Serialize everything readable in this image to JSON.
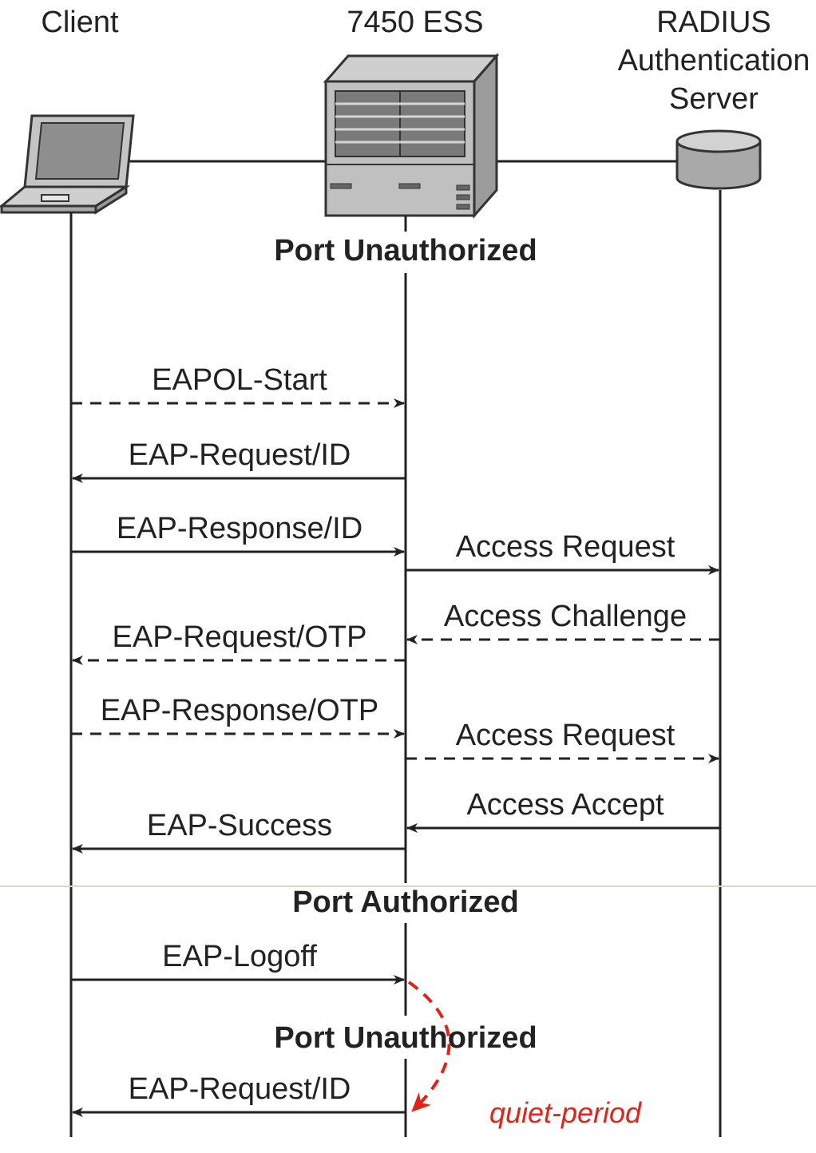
{
  "participants": {
    "client": "Client",
    "switch": "7450 ESS",
    "server": [
      "RADIUS",
      "Authentication",
      "Server"
    ]
  },
  "states": {
    "unauthorized_1": "Port Unauthorized",
    "authorized": "Port Authorized",
    "unauthorized_2": "Port Unauthorized"
  },
  "messages": [
    {
      "label": "EAPOL-Start",
      "from": "client",
      "to": "switch",
      "style": "dashed"
    },
    {
      "label": "EAP-Request/ID",
      "from": "switch",
      "to": "client",
      "style": "solid"
    },
    {
      "label": "EAP-Response/ID",
      "from": "client",
      "to": "switch",
      "style": "solid"
    },
    {
      "label": "Access Request",
      "from": "switch",
      "to": "server",
      "style": "solid"
    },
    {
      "label": "Access Challenge",
      "from": "server",
      "to": "switch",
      "style": "dashed"
    },
    {
      "label": "EAP-Request/OTP",
      "from": "switch",
      "to": "client",
      "style": "dashed"
    },
    {
      "label": "EAP-Response/OTP",
      "from": "client",
      "to": "switch",
      "style": "dashed"
    },
    {
      "label": "Access Request",
      "from": "switch",
      "to": "server",
      "style": "dashed"
    },
    {
      "label": "Access Accept",
      "from": "server",
      "to": "switch",
      "style": "solid"
    },
    {
      "label": "EAP-Success",
      "from": "switch",
      "to": "client",
      "style": "solid"
    },
    {
      "label": "EAP-Logoff",
      "from": "client",
      "to": "switch",
      "style": "solid"
    },
    {
      "label": "EAP-Request/ID",
      "from": "switch",
      "to": "client",
      "style": "solid"
    }
  ],
  "quiet_period": {
    "label": "quiet-period",
    "color": "#e2231a"
  },
  "icons": {
    "client": "laptop-icon",
    "switch": "network-switch-chassis-icon",
    "server": "database-server-icon"
  },
  "colors": {
    "line": "#222222",
    "accent": "#e2231a",
    "device_fill": "#b8b8b8",
    "divider": "#d8d8c8"
  }
}
